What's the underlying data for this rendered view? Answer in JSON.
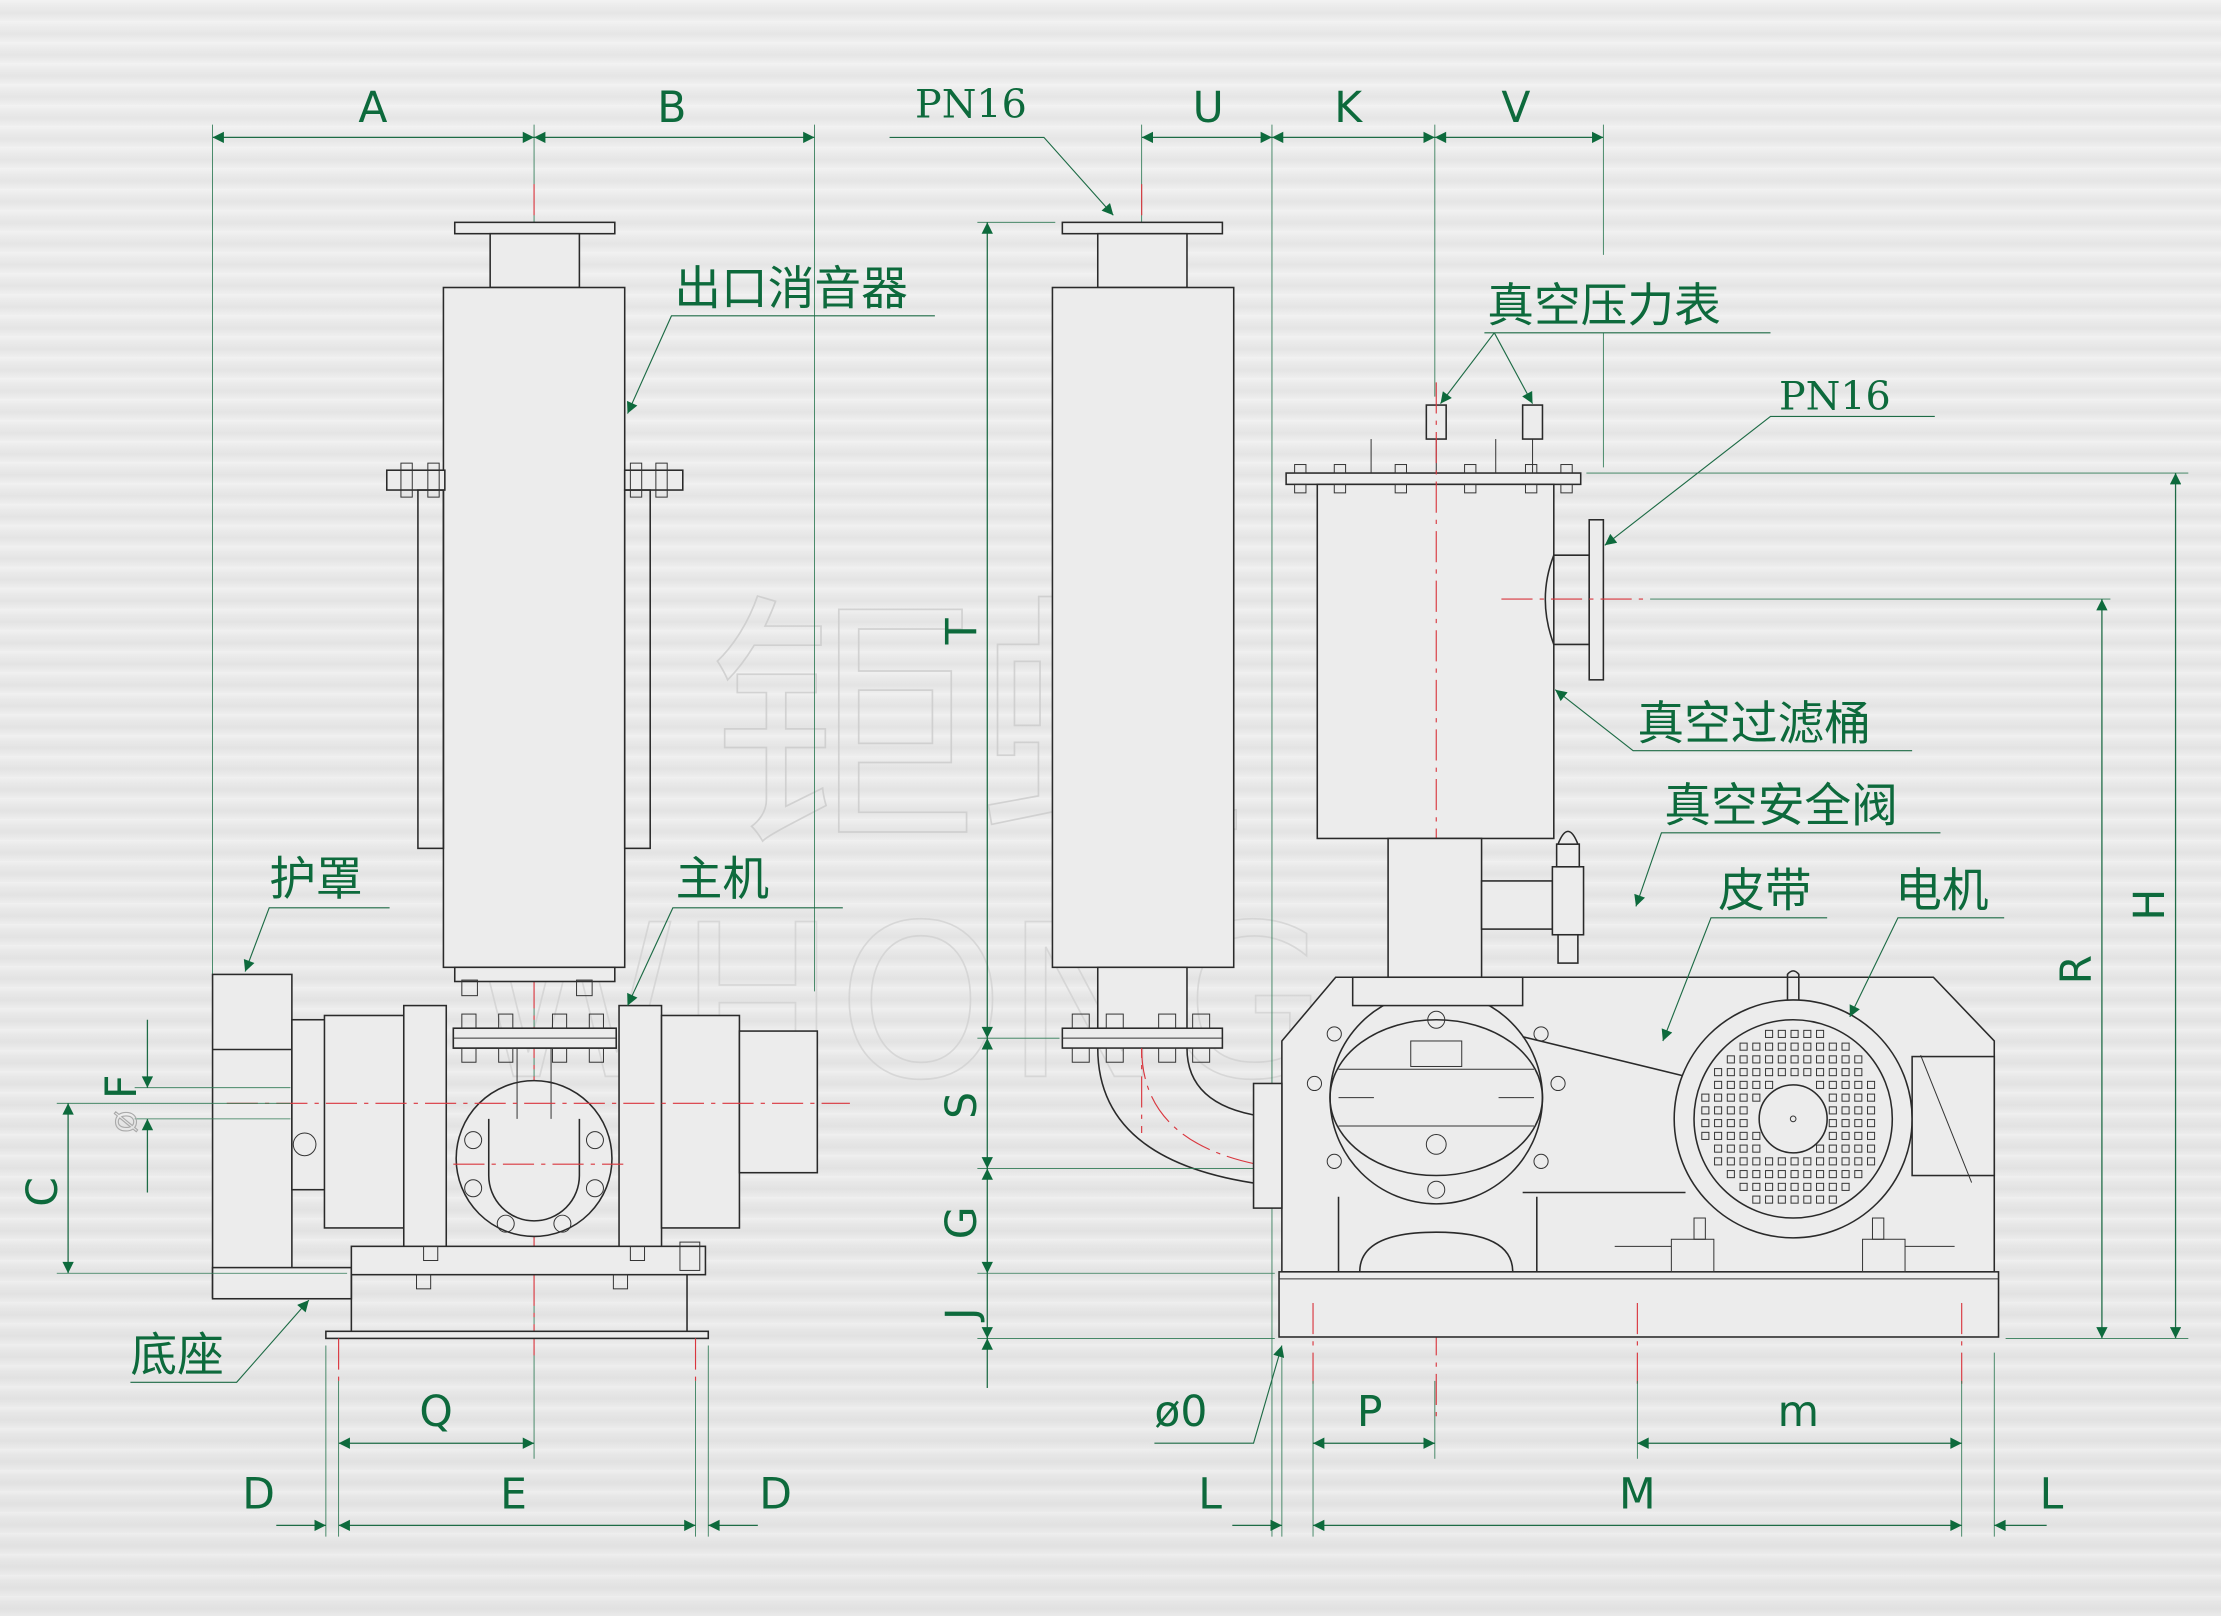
{
  "title": "Roots blower / vacuum pump dimension drawing",
  "watermark": {
    "chinese": "钜虹",
    "latin": "WHONG"
  },
  "dimension_labels": {
    "A": "A",
    "B": "B",
    "C": "C",
    "D": "D",
    "E": "E",
    "F": "F",
    "G": "G",
    "H": "H",
    "J": "J",
    "K": "K",
    "L": "L",
    "M": "M",
    "m": "m",
    "O": "ø0",
    "P": "P",
    "Q": "Q",
    "R": "R",
    "S": "S",
    "T": "T",
    "U": "U",
    "V": "V",
    "diameter_symbol": "ø"
  },
  "flange_labels": {
    "outlet": "PN16",
    "inlet": "PN16"
  },
  "component_labels": {
    "outlet_silencer": "出口消音器",
    "vacuum_gauge": "真空压力表",
    "vacuum_filter": "真空过滤桶",
    "vacuum_safety_valve": "真空安全阀",
    "belt": "皮带",
    "motor": "电机",
    "guard": "护罩",
    "main_unit": "主机",
    "base": "底座"
  },
  "colors": {
    "dimension": "#0d6a3c",
    "centerline": "#d9363e",
    "outline": "#2a2a2a",
    "background": "#e9eaea"
  }
}
